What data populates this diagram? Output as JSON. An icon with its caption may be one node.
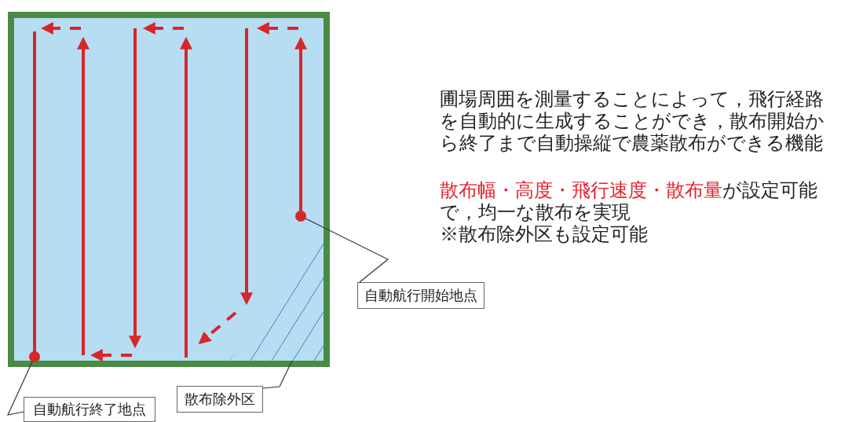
{
  "diagram": {
    "nodes": [
      {
        "text": [],
        "shape": "circle"
      },
      {
        "text": [],
        "shape": "circle"
      },
      {
        "text": [],
        "shape": "triangle"
      },
      {
        "text": [
          "自動航行開始地点"
        ]
      },
      {
        "text": [
          "散布除外区"
        ]
      },
      {
        "text": [
          "自動航行終了地点"
        ]
      }
    ],
    "edges": [
      {
        "from": 3,
        "to": 0,
        "arrow": "none"
      },
      {
        "from": 4,
        "to": 2,
        "arrow": "none"
      },
      {
        "from": 5,
        "to": 1,
        "arrow": "none"
      }
    ],
    "labels": [
      "圃場周囲を測量することによって，飛行経路を自動的に生成することができ，散布開始から終了まで自動操縦で農薬散布ができる機能",
      "散布幅・高度・飛行速度・散布量",
      "が設定可能で，均一な散布を実現",
      "※散布除外区も設定可能"
    ]
  }
}
